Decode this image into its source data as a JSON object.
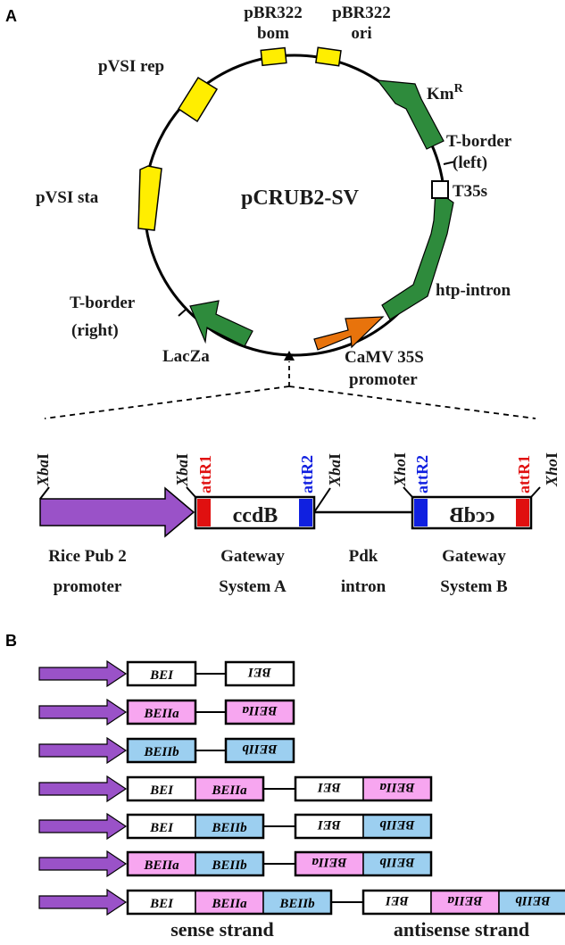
{
  "panel_labels": {
    "a": "A",
    "b": "B"
  },
  "colors": {
    "replication": "#ffee00",
    "selection": "#2e8b3c",
    "promoter": "#e8730c",
    "pub2": "#9a52c8",
    "attR1": "#e01010",
    "attR2": "#1020e0",
    "BEI": "#ffffff",
    "BEIIa": "#f7a6f0",
    "BEIIb": "#9ccff0"
  },
  "plasmid": {
    "name": "pCRUB2-SV",
    "features": {
      "pbr322_bom": [
        "pBR322",
        "bom"
      ],
      "pbr322_ori": [
        "pBR322",
        "ori"
      ],
      "pvsi_rep": "pVSI rep",
      "pvsi_sta": "pVSI sta",
      "kmr_base": "Km",
      "kmr_sup": "R",
      "t_border_left": [
        "T-border",
        "(left)"
      ],
      "t35s": "T35s",
      "htp_intron": "htp-intron",
      "camv": [
        "CaMV 35S",
        "promoter"
      ],
      "laczа": "LacZa",
      "t_border_right": [
        "T-border",
        "(right)"
      ]
    }
  },
  "construct": {
    "sites": {
      "xba_left": "I",
      "xba_left_italic": "Xba",
      "xba_mid": "I",
      "xba_mid_italic": "Xba",
      "attr1_a": "attR1",
      "attr2_a": "attR2",
      "xba_right": "I",
      "xba_right_italic": "Xba",
      "xho_left": "I",
      "xho_left_italic": "Xho",
      "attr2_b": "attR2",
      "attr1_b": "attR1",
      "xho_right": "I",
      "xho_right_italic": "Xho"
    },
    "ccdb": "ccdB",
    "labels": {
      "pub2": [
        "Rice Pub 2",
        "promoter"
      ],
      "gw_a": [
        "Gateway",
        "System A"
      ],
      "pdk": [
        "Pdk",
        "intron"
      ],
      "gw_b": [
        "Gateway",
        "System B"
      ]
    }
  },
  "panel_b": {
    "rows": [
      {
        "sense": [
          "BEI"
        ],
        "antisense": [
          "BEI"
        ]
      },
      {
        "sense": [
          "BEIIa"
        ],
        "antisense": [
          "BEIIa"
        ]
      },
      {
        "sense": [
          "BEIIb"
        ],
        "antisense": [
          "BEIIb"
        ]
      },
      {
        "sense": [
          "BEI",
          "BEIIa"
        ],
        "antisense": [
          "BEI",
          "BEIIa"
        ]
      },
      {
        "sense": [
          "BEI",
          "BEIIb"
        ],
        "antisense": [
          "BEI",
          "BEIIb"
        ]
      },
      {
        "sense": [
          "BEIIa",
          "BEIIb"
        ],
        "antisense": [
          "BEIIa",
          "BEIIb"
        ]
      },
      {
        "sense": [
          "BEI",
          "BEIIa",
          "BEIIb"
        ],
        "antisense": [
          "BEI",
          "BEIIa",
          "BEIIb"
        ]
      }
    ],
    "sense_label": "sense strand",
    "antisense_label": "antisense strand"
  }
}
